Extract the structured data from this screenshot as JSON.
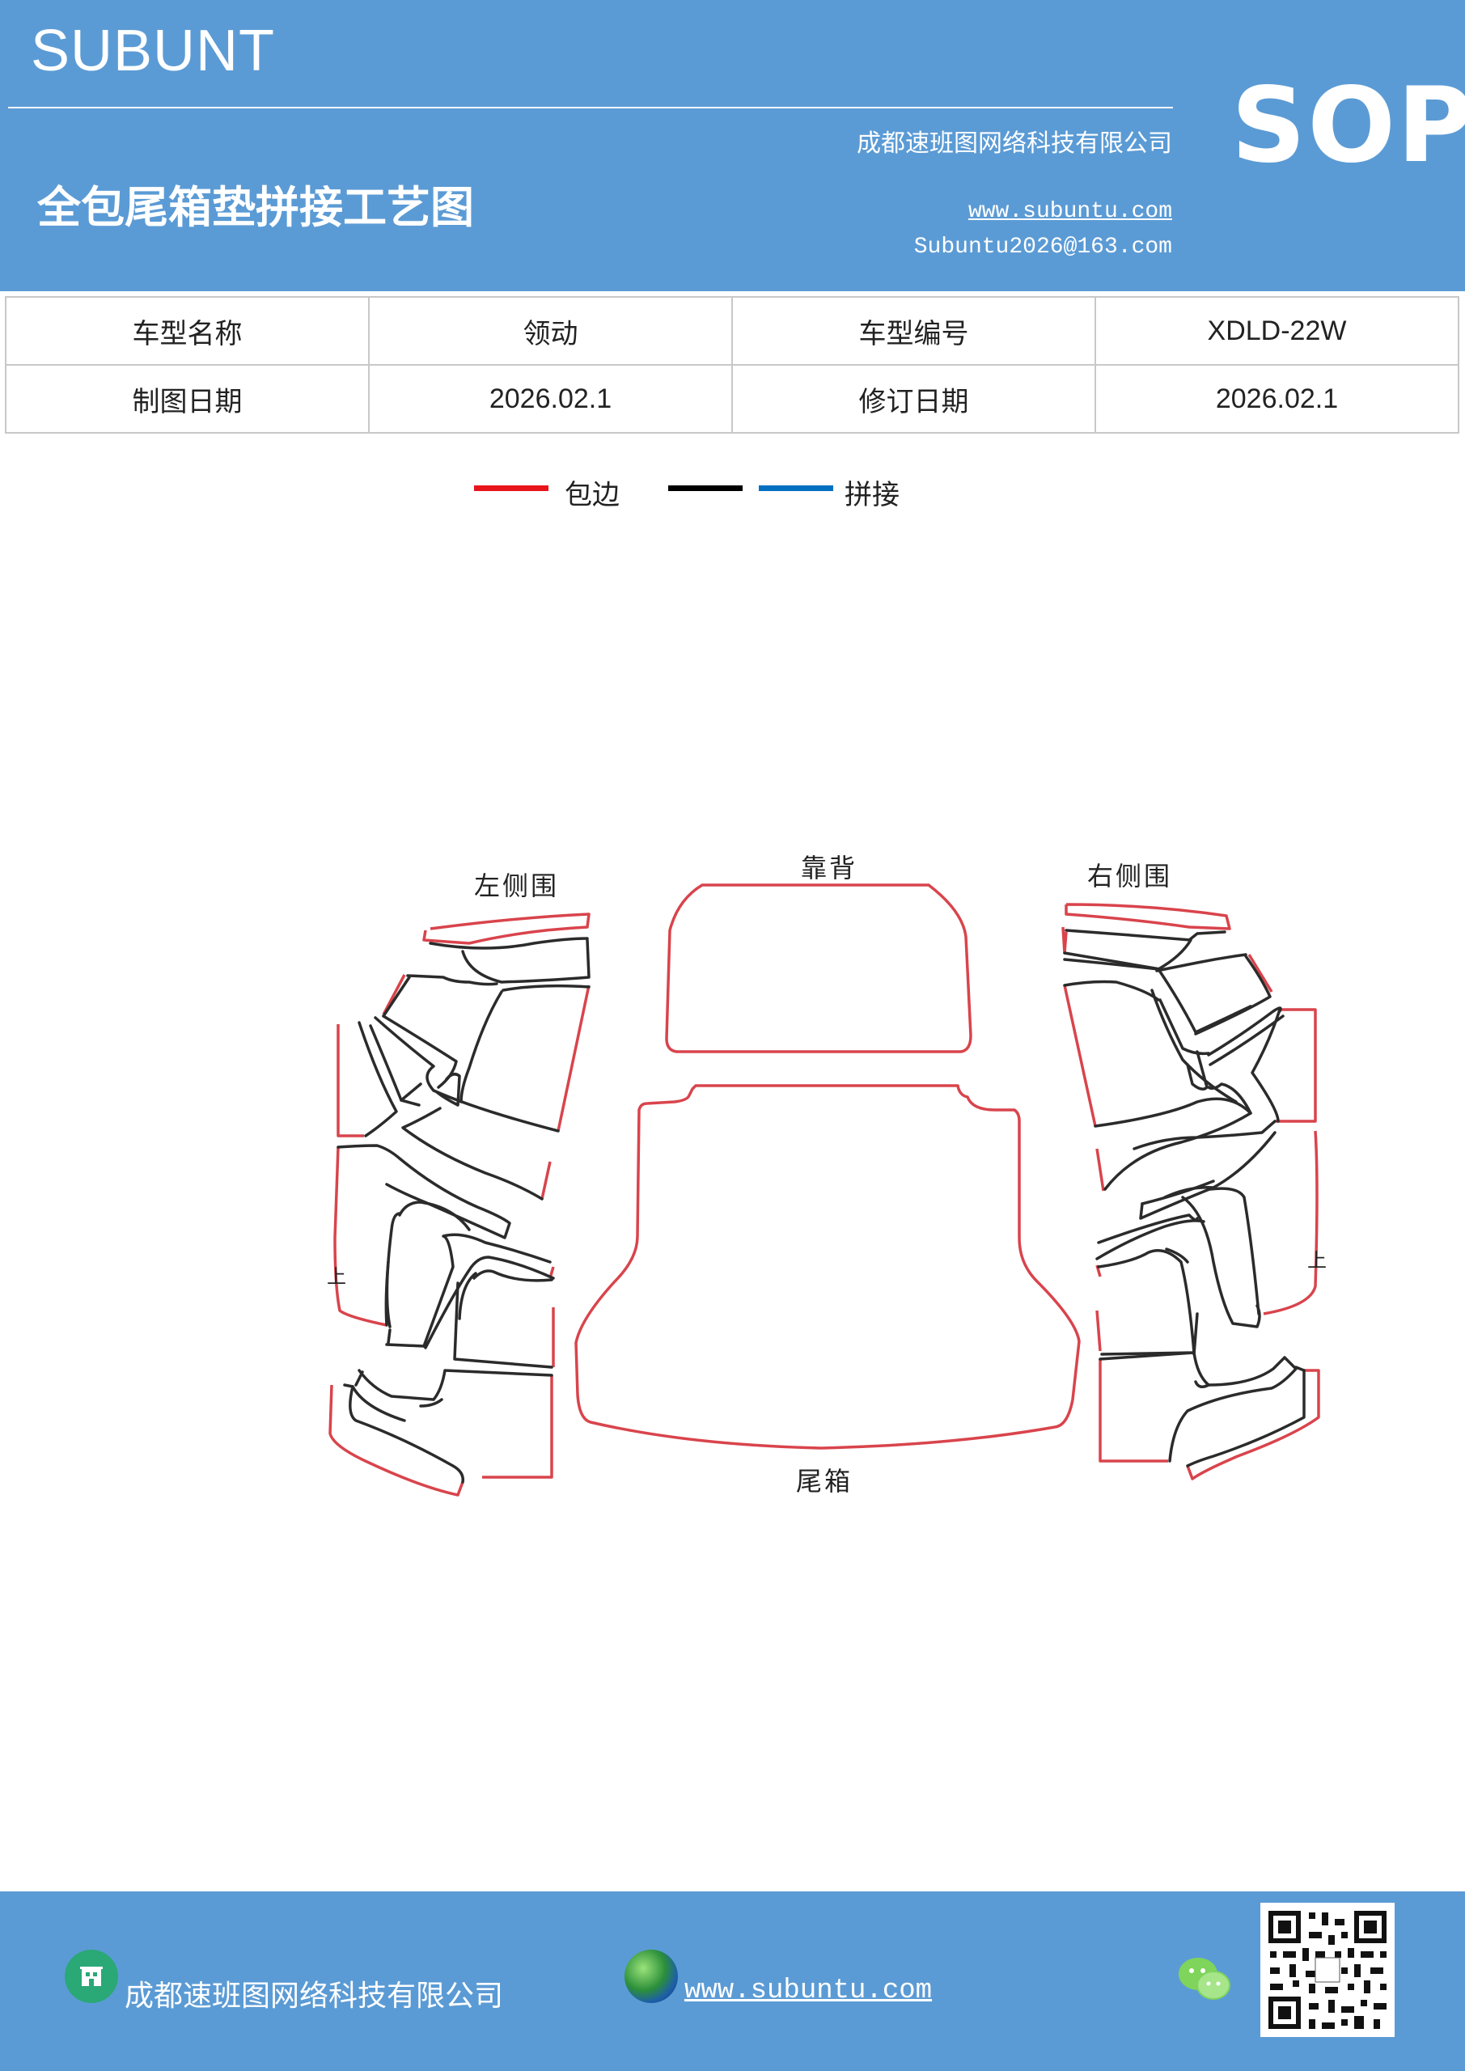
{
  "header": {
    "brand": "SUBUNT",
    "company": "成都速班图网络科技有限公司",
    "title": "全包尾箱垫拼接工艺图",
    "website": "www.subuntu.com",
    "email": "Subuntu2026@163.com",
    "badge": "SOP"
  },
  "info": {
    "row1": [
      "车型名称",
      "领动",
      "车型编号",
      "XDLD-22W"
    ],
    "row2": [
      "制图日期",
      "2026.02.1",
      "修订日期",
      "2026.02.1"
    ]
  },
  "legend": {
    "items": [
      {
        "color": "#e8141b",
        "label": "包边"
      },
      {
        "color": "#000000",
        "label": ""
      },
      {
        "color": "#0070c0",
        "label": "拼接"
      }
    ]
  },
  "diagram": {
    "labels": {
      "left": "左侧围",
      "back": "靠背",
      "right": "右侧围",
      "trunk": "尾箱",
      "up_left": "上",
      "up_right": "上"
    },
    "colors": {
      "edge": "#d9444c",
      "splice": "#2b2b2b"
    }
  },
  "footer": {
    "company": "成都速班图网络科技有限公司",
    "website": "www.subuntu.com",
    "company_icon": "building-icon",
    "web_icon": "globe-icon",
    "wechat_icon": "wechat-icon",
    "qr_icon": "qr-code-icon"
  }
}
